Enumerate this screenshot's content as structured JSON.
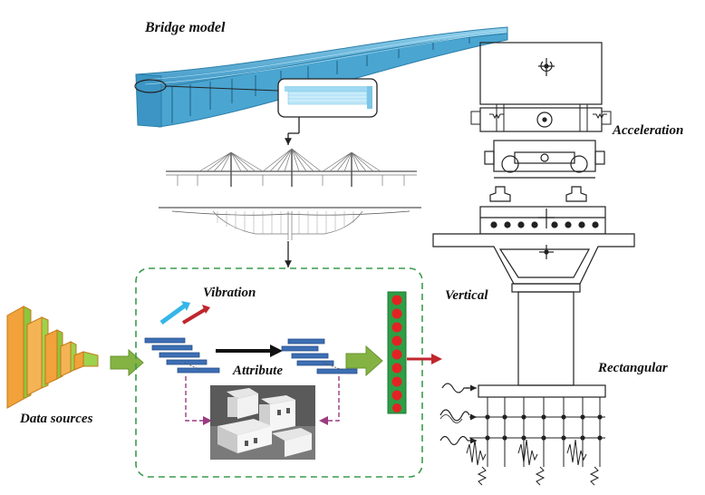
{
  "labels": {
    "bridge_model": "Bridge model",
    "acceleration": "Acceleration",
    "vibration": "Vibration",
    "vertical": "Vertical",
    "attribute": "Attribute",
    "rectangular": "Rectangular",
    "data_sources": "Data sources"
  },
  "colors": {
    "deck": "#5fb6dc",
    "deck_dark": "#2d7fa8",
    "layer_bar": "#3c6fb5",
    "arrow_green": "#84b343",
    "arrow_red": "#c0262d",
    "arrow_blue": "#35b6e8",
    "dash_green": "#3a9c4d",
    "dash_purple": "#9b3a80",
    "feature_bg": "#2e9e46",
    "feature_dot": "#e32323",
    "stack_green": "#8cc63f",
    "stack_orange": "#f1a23a"
  }
}
